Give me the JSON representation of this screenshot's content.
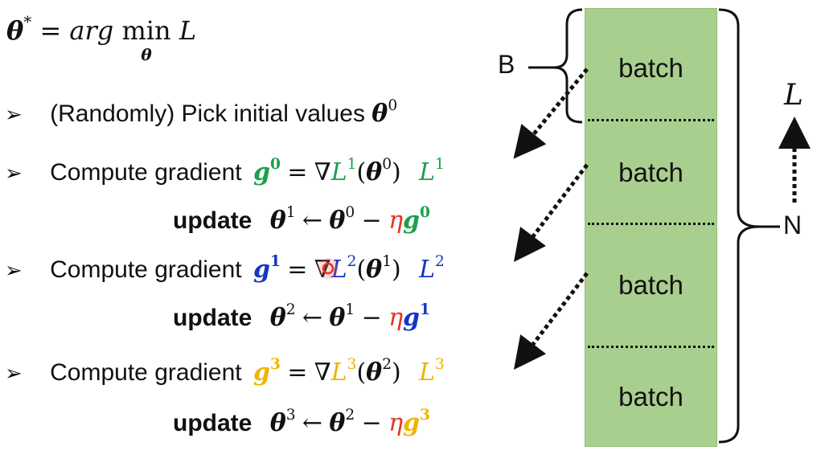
{
  "objective": {
    "theta": "θ",
    "star": "*",
    "equals": "=",
    "arg": "arg",
    "min": "min",
    "min_sub": "θ",
    "loss": "L"
  },
  "steps": [
    {
      "bullet": "➢",
      "text": "(Randomly) Pick initial values",
      "theta": "θ",
      "sup": "0"
    },
    {
      "bullet": "➢",
      "label": "Compute gradient",
      "g": "g",
      "g_sup": "0",
      "eq": "=",
      "nabla": "∇",
      "L": "L",
      "L_sup": "1",
      "lp": "(",
      "theta": "θ",
      "theta_sup": "0",
      "rp": ")",
      "tag": "L",
      "tag_sup": "1",
      "color": "#1aa14a"
    },
    {
      "bullet": "➢",
      "label": "Compute gradient",
      "g": "g",
      "g_sup": "1",
      "eq": "=",
      "nabla": "∇",
      "L": "L",
      "L_sup": "2",
      "lp": "(",
      "theta": "θ",
      "theta_sup": "1",
      "rp": ")",
      "tag": "L",
      "tag_sup": "2",
      "color": "#1535c4"
    },
    {
      "bullet": "➢",
      "label": "Compute gradient",
      "g": "g",
      "g_sup": "3",
      "eq": "=",
      "nabla": "∇",
      "L": "L",
      "L_sup": "3",
      "lp": "(",
      "theta": "θ",
      "theta_sup": "2",
      "rp": ")",
      "tag": "L",
      "tag_sup": "3",
      "color": "#f0b400"
    }
  ],
  "updates": [
    {
      "word": "update",
      "lhs": "θ",
      "lhs_sup": "1",
      "arrow": "←",
      "rhs": "θ",
      "rhs_sup": "0",
      "minus": "−",
      "eta": "η",
      "g": "g",
      "g_sup": "0",
      "color": "#1aa14a"
    },
    {
      "word": "update",
      "lhs": "θ",
      "lhs_sup": "2",
      "arrow": "←",
      "rhs": "θ",
      "rhs_sup": "1",
      "minus": "−",
      "eta": "η",
      "g": "g",
      "g_sup": "1",
      "color": "#1535c4"
    },
    {
      "word": "update",
      "lhs": "θ",
      "lhs_sup": "3",
      "arrow": "←",
      "rhs": "θ",
      "rhs_sup": "2",
      "minus": "−",
      "eta": "η",
      "g": "g",
      "g_sup": "3",
      "color": "#f0b400"
    }
  ],
  "eta_color": "#e8341c",
  "batches": [
    "batch",
    "batch",
    "batch",
    "batch"
  ],
  "batch_color": "#a9cf8e",
  "labels": {
    "B": "B",
    "N": "N",
    "L": "L"
  }
}
